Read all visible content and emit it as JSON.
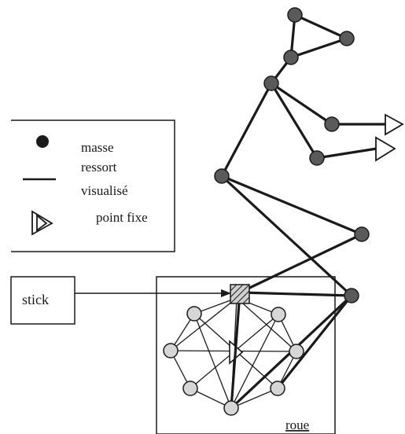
{
  "legend": {
    "mass_label": "masse",
    "spring_label_line1": "ressort",
    "spring_label_line2": "visualisé",
    "fixed_point_label": "point fixe"
  },
  "stick_label": "stick",
  "wheel_label": "roue",
  "colors": {
    "ink": "#1a1a1a",
    "mass_fill": "#5a5a5a",
    "wheel_node_fill": "#d6d6d6",
    "paper": "#ffffff"
  }
}
